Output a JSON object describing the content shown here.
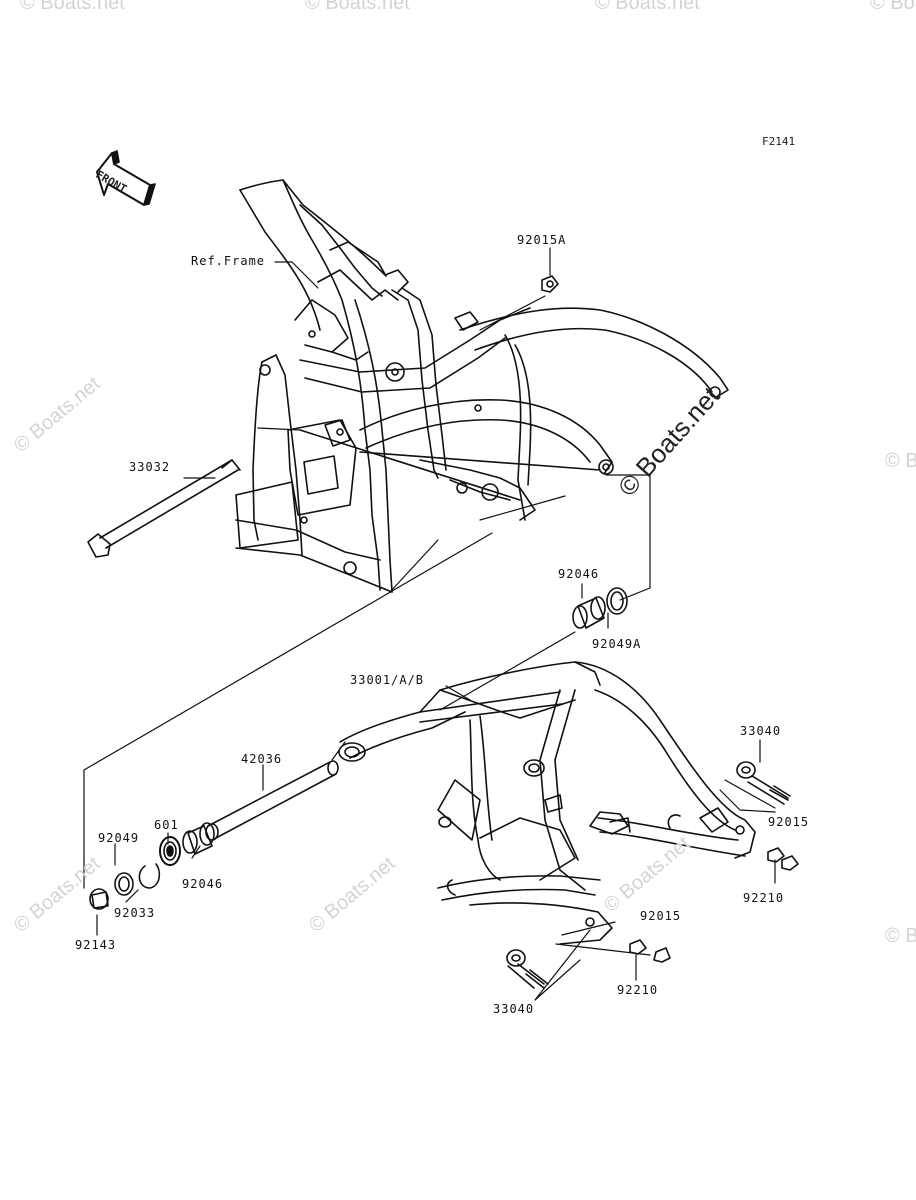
{
  "diagram_code": "F2141",
  "front_arrow_text": "FRONT",
  "watermark": "© Boats.net",
  "ref_frame": "Ref.Frame",
  "parts": {
    "p92015A": "92015A",
    "p33032": "33032",
    "p92046_top": "92046",
    "p92049A": "92049A",
    "p33001": "33001/A/B",
    "p42036": "42036",
    "p601": "601",
    "p92049": "92049",
    "p92046_bot": "92046",
    "p92033": "92033",
    "p92143": "92143",
    "p33040_right": "33040",
    "p92015_right": "92015",
    "p92210_right": "92210",
    "p92015_bot": "92015",
    "p92210_bot": "92210",
    "p33040_bot": "33040"
  }
}
